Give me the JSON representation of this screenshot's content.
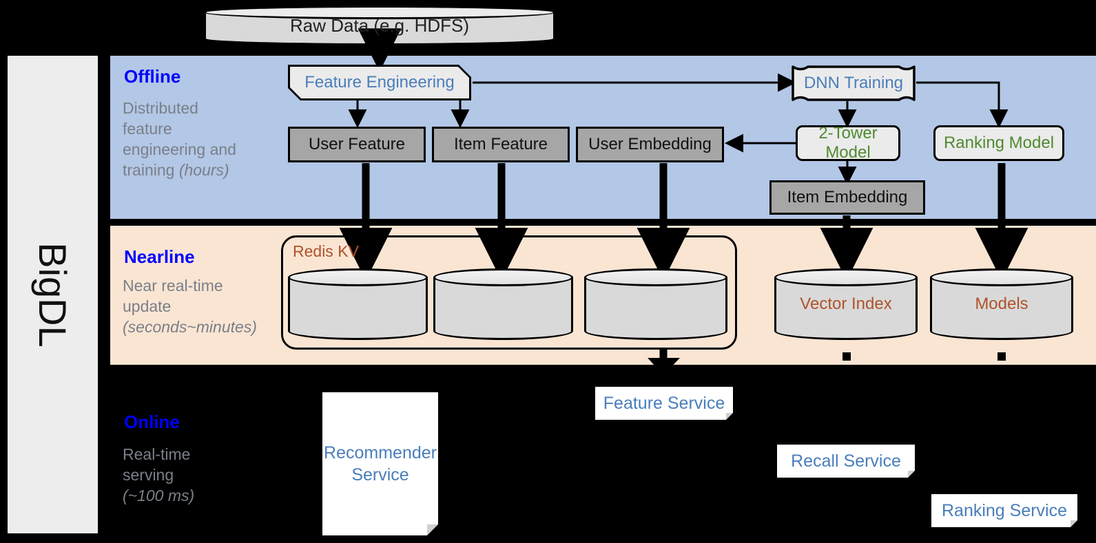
{
  "framework": {
    "name": "BigDL"
  },
  "source": {
    "label": "Raw Data (e.g. HDFS)"
  },
  "bands": {
    "offline": {
      "label": "Offline",
      "description_line1": "Distributed",
      "description_line2": "feature",
      "description_line3": "engineering and",
      "description_line4": "training ",
      "description_emphasis": "(hours)",
      "background_color": "#b3c7e6",
      "label_color": "#0000ff"
    },
    "nearline": {
      "label": "Nearline",
      "description_line1": "Near real-time",
      "description_line2": "update",
      "description_emphasis": "(seconds~minutes)",
      "background_color": "#fae5d3",
      "label_color": "#0000ff"
    },
    "online": {
      "label": "Online",
      "description_line1": "Real-time",
      "description_line2": "serving",
      "description_emphasis": "(~100 ms)",
      "background_color": "#000000",
      "label_color": "#0000ff"
    }
  },
  "offline_nodes": {
    "feature_engineering": "Feature Engineering",
    "dnn_training": "DNN Training",
    "user_feature": "User Feature",
    "item_feature": "Item Feature",
    "user_embedding": "User Embedding",
    "two_tower_model": "2-Tower Model",
    "ranking_model": "Ranking Model",
    "item_embedding": "Item Embedding"
  },
  "nearline_nodes": {
    "redis_kv": "Redis KV",
    "store_user_feature": "",
    "store_item_feature": "",
    "store_user_embedding": "",
    "vector_index": "Vector Index",
    "models": "Models"
  },
  "online_nodes": {
    "recommender_service": "Recommender Service",
    "feature_service": "Feature Service",
    "recall_service": "Recall Service",
    "ranking_service": "Ranking Service"
  },
  "colors": {
    "blue_accent": "#0000ff",
    "node_blue_text": "#4a7ebb",
    "model_green_text": "#4f8a2f",
    "store_orange_text": "#b0522a",
    "grey_box": "#a6a6a6",
    "light_box": "#ebebeb",
    "cylinder": "#d9d9d9",
    "desc_grey": "#7a7f88"
  }
}
